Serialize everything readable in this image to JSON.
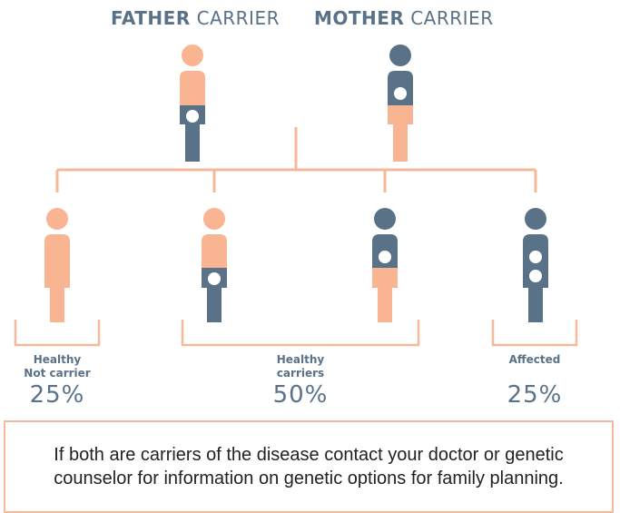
{
  "parents": {
    "father": {
      "bold": "FATHER",
      "light": " CARRIER"
    },
    "mother": {
      "bold": "MOTHER",
      "light": " CARRIER"
    }
  },
  "outcomes": [
    {
      "label_line1": "Healthy",
      "label_line2": "Not carrier",
      "percent": "25%"
    },
    {
      "label_line1": "Healthy",
      "label_line2": "carriers",
      "percent": "50%"
    },
    {
      "label_line1": "Affected",
      "label_line2": "",
      "percent": "25%"
    }
  ],
  "note": "If both are carriers of the disease contact your doctor or genetic counselor for information on genetic options for family planning.",
  "colors": {
    "peach": "#f9b592",
    "slate": "#5a7287",
    "line": "#f6b89a"
  }
}
